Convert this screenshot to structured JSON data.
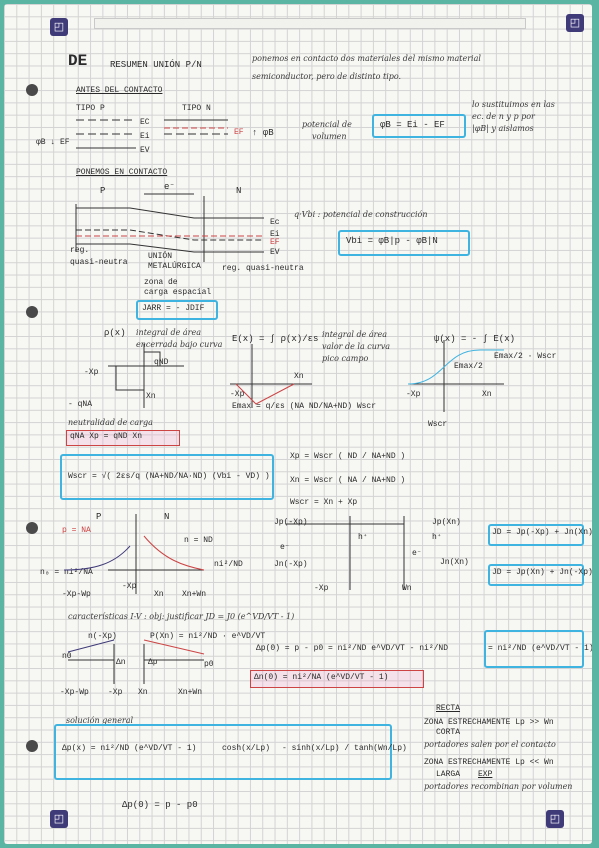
{
  "header": {
    "de": "DE",
    "title": "RESUMEN UNIÓN P/N",
    "intro_1": "ponemos en contacto dos materiales del mismo material",
    "intro_2": "semiconductor, pero de distinto tipo."
  },
  "before": {
    "heading": "ANTES DEL CONTACTO",
    "tipo_p": "TIPO P",
    "tipo_n": "TIPO N",
    "ec": "EC",
    "ei": "Ei",
    "ev": "EV",
    "ef": "EF",
    "phi_b": "↑ φB",
    "phi_b_left": "φB ↓ EF",
    "potential_label_1": "potencial de",
    "potential_label_2": "volumen",
    "phi_eq": "φB = Ei - EF",
    "note_1": "lo sustituimos en las",
    "note_2": "ec. de n y p por",
    "note_3": "|φB| y aislamos"
  },
  "contact": {
    "heading": "PONEMOS EN CONTACTO",
    "p": "P",
    "n": "N",
    "electron": "e⁻",
    "ec": "Ec",
    "ei": "Ei",
    "ef": "EF",
    "ev": "EV",
    "vbi_label": "q·Vbi : potencial de construcción",
    "vbi_eq": "Vbi = φB|p - φB|N",
    "reg_left": "reg.",
    "quasi_left": "quasi-neutra",
    "union_1": "UNIÓN",
    "union_2": "METALÚRGICA",
    "reg_right": "reg. quasi-neutra",
    "zona_1": "zona de",
    "zona_2": "carga espacial",
    "jarr": "JARR = - JDIF"
  },
  "charge": {
    "rho": "ρ(x)",
    "rho_note_1": "integral de área",
    "rho_note_2": "encerrada bajo curva",
    "qnd": "qND",
    "xp": "-Xp",
    "xn": "Xn",
    "qna": "- qNA",
    "neutral": "neutralidad de carga",
    "neutral_eq": "qNA Xp = qND Xn"
  },
  "field": {
    "eq": "E(x) = ∫ ρ(x)/εs",
    "note_1": "integral de área",
    "note_2": "valor de la curva",
    "note_3": "pico campo",
    "xp": "-Xp",
    "xn": "Xn",
    "emax": "Emax = q/εs (NA ND/NA+ND) Wscr"
  },
  "potential": {
    "eq": "ψ(x) = - ∫ E(x)",
    "emax": "Emax/2",
    "wscr": "Wscr",
    "xp": "-Xp",
    "xn": "Xn",
    "width": "Wscr",
    "half": "Emax/2 · Wscr"
  },
  "width": {
    "eq": "Wscr = √( 2εs/q (NA+ND/NA·ND) (Vbi - VD) )",
    "xp": "Xp = Wscr ( ND / NA+ND )",
    "xn": "Xn = Wscr ( NA / NA+ND )",
    "sum": "Wscr = Xn + Xp"
  },
  "carriers": {
    "p": "P",
    "n": "N",
    "p_na": "p = NA",
    "n_nd": "n = ND",
    "ni_nd": "ni²/ND",
    "ni_na": "ni²/NA",
    "n0": "n₀ = ni²/NA",
    "xp": "-Xp",
    "xn": "Xn",
    "xn_wn": "Xn+Wn",
    "xp_wp": "-Xp-Wp",
    "jp_left": "Jp(-Xp)",
    "jn_left": "Jn(-Xp)",
    "jp_right": "Jp(Xn)",
    "jn_right": "Jn(Xn)",
    "h_plus": "h⁺",
    "e_minus": "e⁻",
    "jd_eq1": "JD = Jp(-Xp) + Jn(Xn)",
    "jd_eq2": "JD = Jp(Xn) + Jn(-Xp)",
    "xp_axis": "-Xp",
    "wn_axis": "Wn"
  },
  "iv": {
    "heading": "características I-V : obj: justificar JD = J0 (e^VD/VT - 1)",
    "n_label": "n(-Xp)",
    "p_label": "P(Xn) = ni²/ND · e^VD/VT",
    "n0": "n0",
    "p0": "p0",
    "dn": "Δn",
    "dp": "Δp",
    "xp_wp": "-Xp-Wp",
    "xp": "-Xp",
    "xn": "Xn",
    "xn_wn": "Xn+Wn",
    "dp_eq": "Δp(0) = p - p0 = ni²/ND e^VD/VT - ni²/ND",
    "dp_box": "= ni²/ND (e^VD/VT - 1)",
    "dn_box": "Δn(0) = ni²/NA (e^VD/VT - 1)"
  },
  "general": {
    "heading": "solución general",
    "eq_left": "Δp(x) = ni²/ND (e^VD/VT - 1)",
    "eq_mid": "cosh(x/Lp)",
    "eq_right": "- sinh(x/Lp) / tanh(Wn/Lp)",
    "recta": "RECTA",
    "corta_1": "ZONA ESTRECHAMENTE Lp >> Wn",
    "corta_2": "CORTA",
    "corta_3": "portadores salen por el contacto",
    "larga_1": "ZONA ESTRECHAMENTE Lp << Wn",
    "larga_2": "LARGA",
    "larga_3": "EXP",
    "larga_4": "portadores recombinan por volumen",
    "dp0": "Δp(0) = p - p0"
  },
  "colors": {
    "ink": "#2a2a2a",
    "blue_box": "#3fb4e0",
    "pink_box": "#c44",
    "green_border": "#5bb5a3",
    "navy": "#3f3a78"
  }
}
